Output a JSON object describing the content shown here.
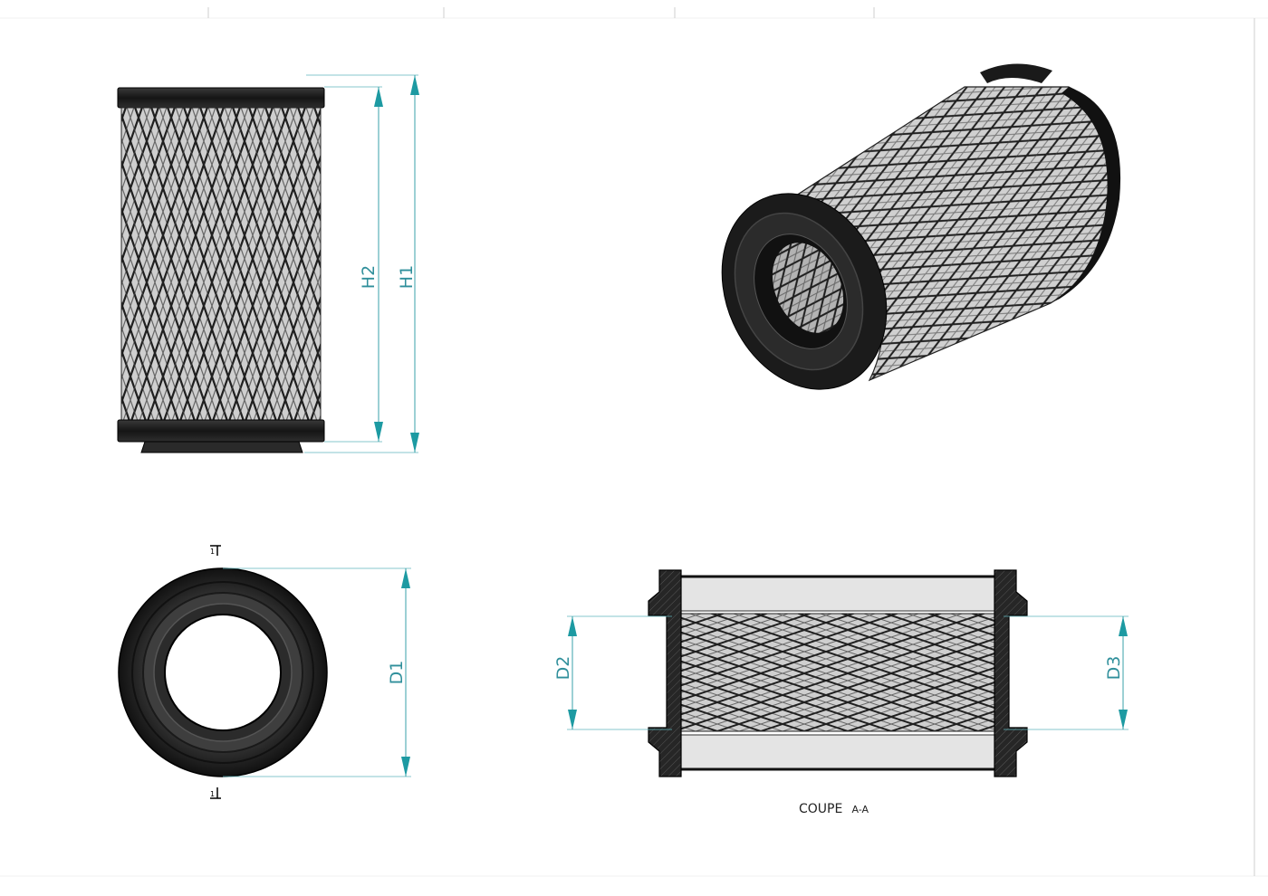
{
  "drawing": {
    "colors": {
      "dimension": "#2f8f9b",
      "arrow": "#1d9aa2",
      "rubber": "#1c1c1c",
      "mesh_dark": "#2b2b2b",
      "mesh_light": "#d9d9d9",
      "section_fill": "#e4e4e4"
    },
    "front_view": {
      "dims": {
        "h1": "H1",
        "h2": "H2"
      }
    },
    "iso_view": {},
    "end_view": {
      "dims": {
        "d1": "D1"
      },
      "section_marks": {
        "top": "1",
        "bottom": "1"
      }
    },
    "section_view": {
      "dims": {
        "d2": "D2",
        "d3": "D3"
      },
      "caption_main": "COUPE",
      "caption_sub": "A-A"
    },
    "border_icons": [
      "tick-mark"
    ]
  }
}
